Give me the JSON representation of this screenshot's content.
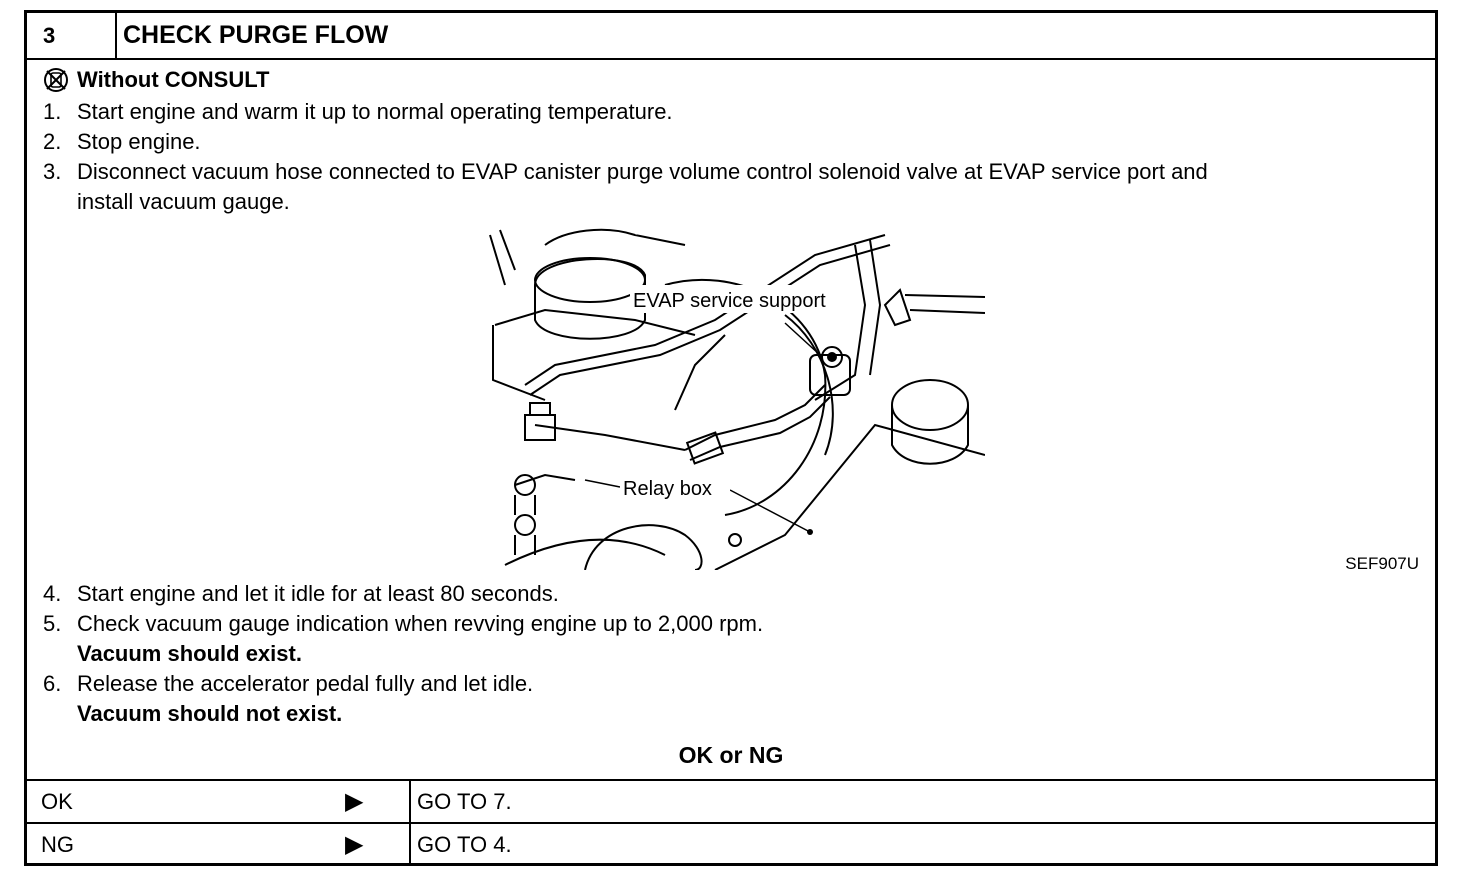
{
  "header": {
    "step": "3",
    "title": "CHECK PURGE FLOW"
  },
  "subtitle": {
    "icon": "no-consult-icon",
    "text": "Without CONSULT"
  },
  "steps": [
    {
      "n": "1.",
      "text": "Start engine and warm it up to normal operating temperature."
    },
    {
      "n": "2.",
      "text": "Stop engine."
    },
    {
      "n": "3.",
      "text": "Disconnect vacuum hose connected to EVAP canister purge volume control solenoid valve at EVAP service port and",
      "cont": "install vacuum gauge."
    },
    {
      "n": "4.",
      "text": "Start engine and let it idle for at least 80 seconds."
    },
    {
      "n": "5.",
      "text": "Check vacuum gauge indication when revving engine up to 2,000 rpm.",
      "note": "Vacuum should exist."
    },
    {
      "n": "6.",
      "text": "Release the accelerator pedal fully and let idle.",
      "note": "Vacuum should not exist."
    }
  ],
  "figure": {
    "labels": {
      "evap": "EVAP  service  support",
      "relay": "Relay  box"
    },
    "code": "SEF907U"
  },
  "result": {
    "heading": "OK or NG",
    "rows": [
      {
        "label": "OK",
        "action": "GO TO 7."
      },
      {
        "label": "NG",
        "action": "GO TO 4."
      }
    ]
  }
}
